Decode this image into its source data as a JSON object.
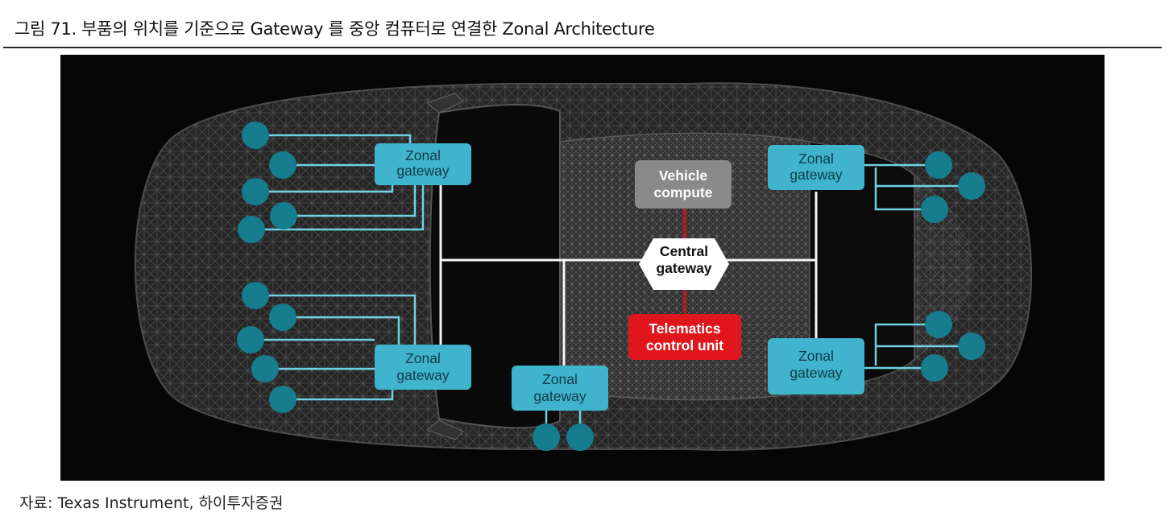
{
  "title": "그림 71. 부품의 위치를 기준으로 Gateway 를 중앙 컴퓨터로 연결한 Zonal Architecture",
  "source": "자료: Texas Instrument, 하이투자증권",
  "diagram": {
    "zonal_gateway": {
      "line1": "Zonal",
      "line2": "gateway"
    },
    "vehicle_compute": {
      "line1": "Vehicle",
      "line2": "compute"
    },
    "central_gateway": {
      "line1": "Central",
      "line2": "gateway"
    },
    "telematics": {
      "line1": "Telematics",
      "line2": "control unit"
    }
  },
  "colors": {
    "background": "#060606",
    "car_body": "#3c3c3c",
    "zonal_box": "#3fb4cc",
    "node": "#167d8f",
    "link_cyan": "#6fd2e3",
    "backbone": "#f4f4f4",
    "vehicle_compute": "#8a8a8a",
    "telematics": "#e0161c",
    "red_link": "#d4141a"
  }
}
